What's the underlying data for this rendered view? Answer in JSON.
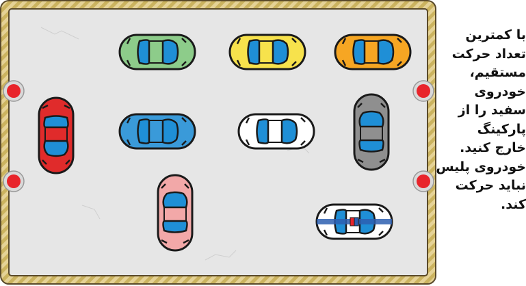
{
  "puzzle": {
    "instruction_lines": [
      "با کمترین",
      "تعداد حرکت",
      "مستقیم،",
      "خودروی",
      "سفید را از",
      "پارکینگ",
      "خارج کنید.",
      "خودروی پلیس",
      "نباید حرکت",
      "کند."
    ]
  },
  "cars": [
    {
      "id": "green-car",
      "color": "#8dcc8a"
    },
    {
      "id": "yellow-car",
      "color": "#f7e24c"
    },
    {
      "id": "orange-car",
      "color": "#f6a623"
    },
    {
      "id": "red-car",
      "color": "#e02b2b"
    },
    {
      "id": "blue-car",
      "color": "#3a9ad9"
    },
    {
      "id": "white-car",
      "color": "#ffffff"
    },
    {
      "id": "gray-car",
      "color": "#8f8f8f"
    },
    {
      "id": "pink-car",
      "color": "#f2a8a8"
    },
    {
      "id": "police-car",
      "color": "#ffffff",
      "stripe": "#2d5fb0"
    }
  ],
  "colors": {
    "lot_floor": "#e6e6e6",
    "frame_stripe_a": "#e5d296",
    "frame_stripe_b": "#cbb35f",
    "frame_border": "#5a4a2a",
    "window": "#1f8fd6",
    "exit_light": "#e8242b"
  }
}
